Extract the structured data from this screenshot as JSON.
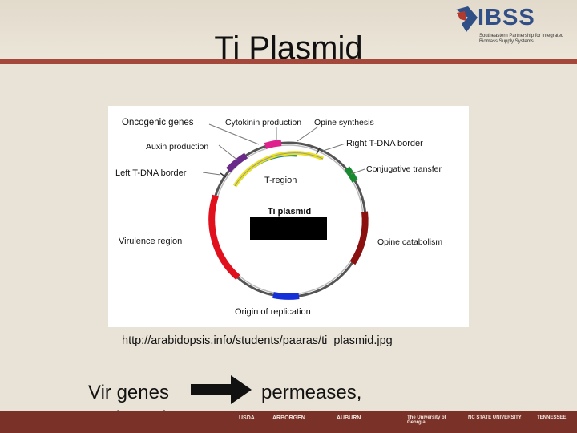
{
  "header": {
    "title": "Ti Plasmid"
  },
  "logo": {
    "name": "IBSS",
    "tagline": "Southeastern Partnership for Integrated Biomass Supply Systems"
  },
  "figure": {
    "labels": {
      "oncogenic": "Oncogenic genes",
      "cytokinin": "Cytokinin production",
      "opine_synth": "Opine synthesis",
      "auxin": "Auxin production",
      "right_border": "Right T-DNA border",
      "left_border": "Left T-DNA border",
      "conjugative": "Conjugative transfer",
      "tregion": "T-region",
      "plasmid": "Ti plasmid",
      "virulence": "Virulence region",
      "opine_cat": "Opine catabolism",
      "origin": "Origin of replication"
    },
    "colors": {
      "virulence": "#e0101c",
      "origin": "#1530d8",
      "opine_catabolism": "#8b1010",
      "conjugative": "#1a8a30",
      "cytokinin": "#e0208c",
      "auxin": "#6a2a8a",
      "tregion_inner": "#1a8a8a",
      "tregion_outer": "#e8e020"
    }
  },
  "caption": {
    "url": "http://arabidopsis.info/students/paaras/ti_plasmid.jpg"
  },
  "body": {
    "line1": "Vir genes",
    "line2": "endonuclease",
    "right": "permeases,"
  },
  "footer": {
    "items": [
      "USDA",
      "ARBORGEN",
      "AUBURN",
      "The University of Georgia",
      "NC STATE UNIVERSITY",
      "TENNESSEE"
    ]
  }
}
